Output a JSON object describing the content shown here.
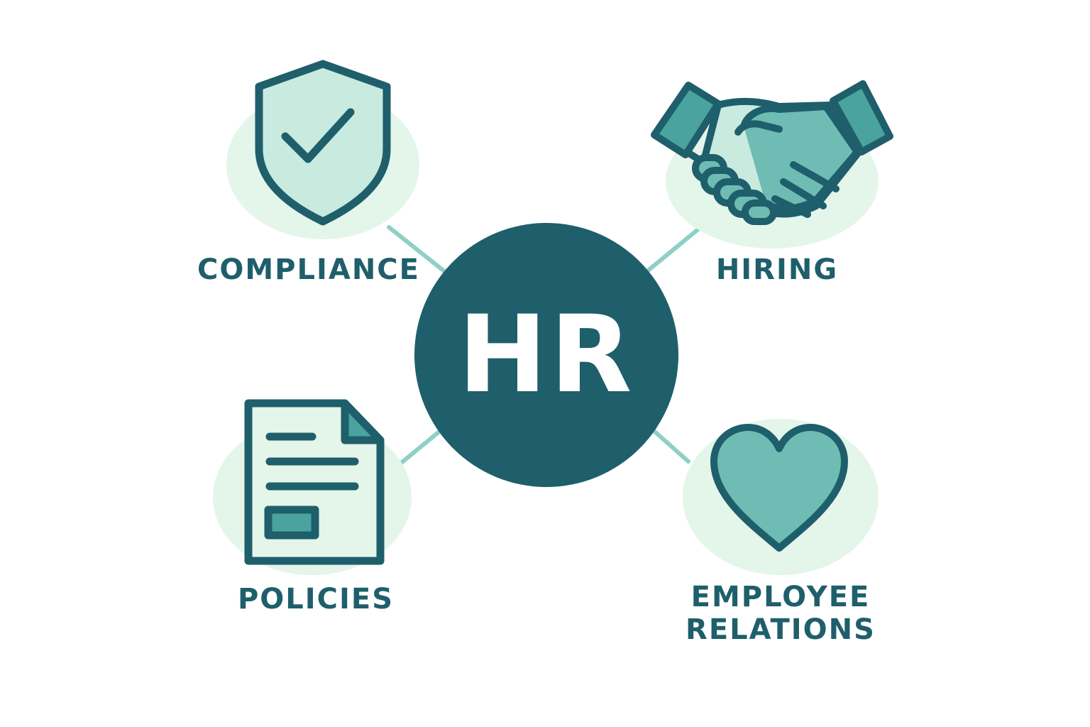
{
  "hub": {
    "label": "HR",
    "color": "#1e5f6b"
  },
  "colors": {
    "dark_teal": "#1e5f6b",
    "mid_teal": "#4aa39f",
    "light_teal": "#6fbcb4",
    "pale_teal": "#c9eadf",
    "pale_bg": "#e4f5ea",
    "connector": "#8fd0c6"
  },
  "nodes": [
    {
      "id": "compliance",
      "label": "COMPLIANCE",
      "icon": "shield-check-icon"
    },
    {
      "id": "hiring",
      "label": "HIRING",
      "icon": "handshake-icon"
    },
    {
      "id": "policies",
      "label": "POLICIES",
      "icon": "document-icon"
    },
    {
      "id": "employee_relations",
      "label_line1": "EMPLOYEE",
      "label_line2": "RELATIONS",
      "icon": "heart-icon"
    }
  ]
}
